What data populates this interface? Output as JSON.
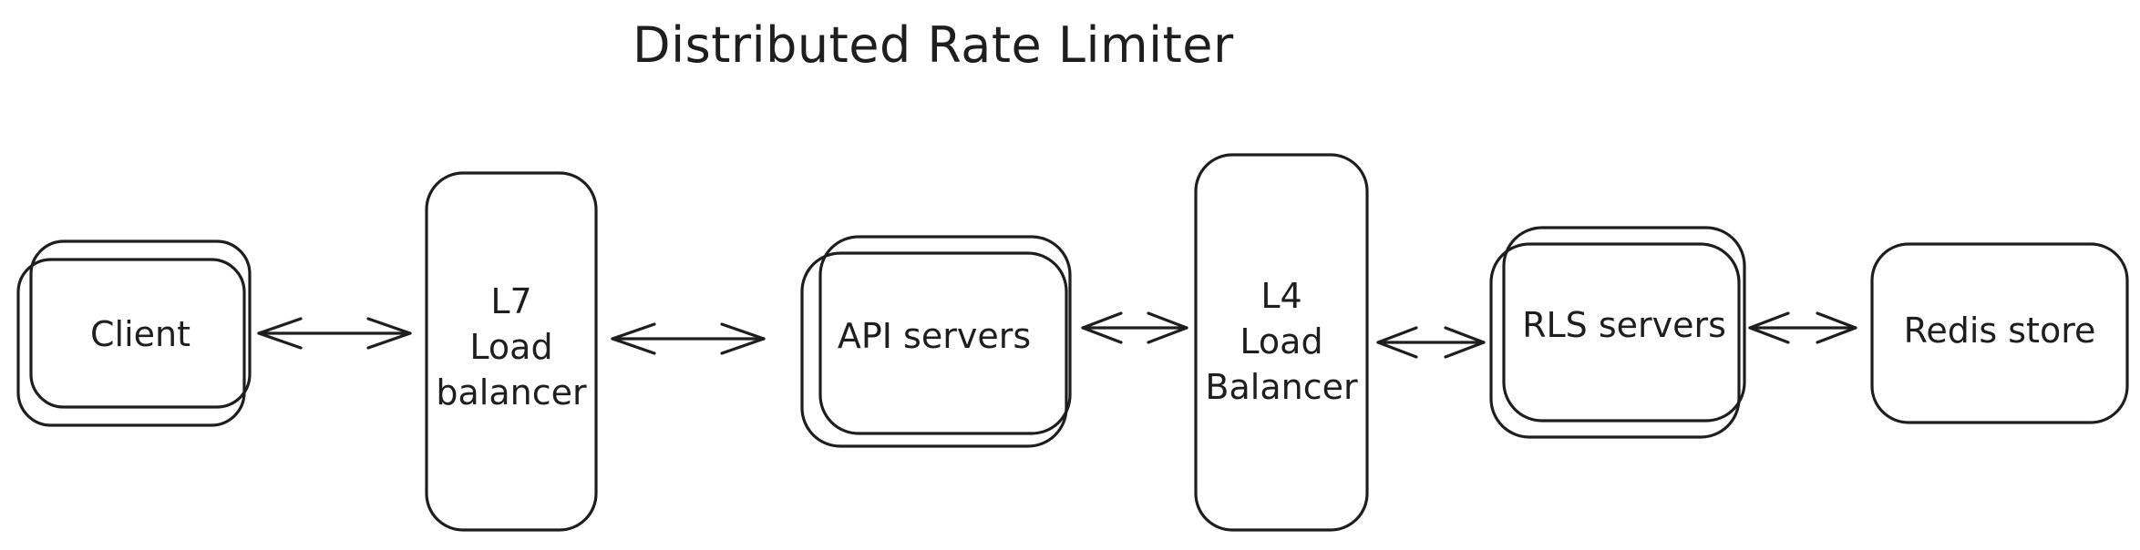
{
  "title": "Distributed Rate Limiter",
  "nodes": {
    "client": {
      "label": "Client"
    },
    "l7": {
      "label_lines": [
        "L7",
        "Load",
        "balancer"
      ]
    },
    "api": {
      "label": "API servers"
    },
    "l4": {
      "label_lines": [
        "L4",
        "Load",
        "Balancer"
      ]
    },
    "rls": {
      "label": "RLS servers"
    },
    "redis": {
      "label": "Redis store"
    }
  },
  "edges": [
    {
      "from": "Client",
      "to": "L7 Load balancer",
      "direction": "bidirectional"
    },
    {
      "from": "L7 Load balancer",
      "to": "API servers",
      "direction": "bidirectional"
    },
    {
      "from": "API servers",
      "to": "L4 Load Balancer",
      "direction": "bidirectional"
    },
    {
      "from": "L4 Load Balancer",
      "to": "RLS servers",
      "direction": "bidirectional"
    },
    {
      "from": "RLS servers",
      "to": "Redis store",
      "direction": "bidirectional"
    }
  ],
  "colors": {
    "stroke": "#1e1e1e",
    "background": "#ffffff"
  }
}
